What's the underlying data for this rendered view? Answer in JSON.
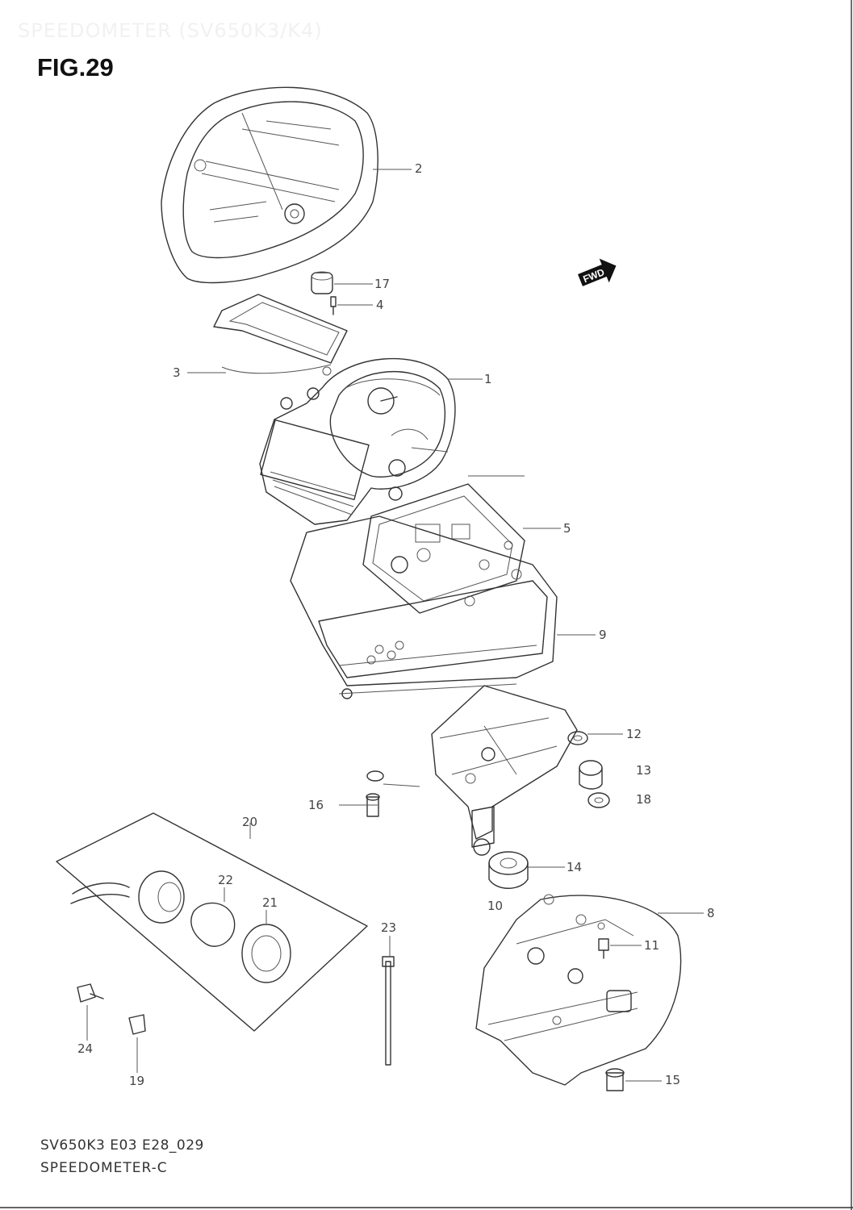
{
  "header": {
    "ghost_title": "SPEEDOMETER (SV650K3/K4)",
    "figure_label": "FIG.29"
  },
  "direction_marker": {
    "text": "FWD",
    "icon": "forward-arrow-icon"
  },
  "callouts": [
    {
      "key": "c2",
      "text": "2"
    },
    {
      "key": "c17",
      "text": "17"
    },
    {
      "key": "c4",
      "text": "4"
    },
    {
      "key": "c3",
      "text": "3"
    },
    {
      "key": "c1",
      "text": "1"
    },
    {
      "key": "c5",
      "text": "5"
    },
    {
      "key": "c9",
      "text": "9"
    },
    {
      "key": "c12",
      "text": "12"
    },
    {
      "key": "c13",
      "text": "13"
    },
    {
      "key": "c18",
      "text": "18"
    },
    {
      "key": "c16",
      "text": "16"
    },
    {
      "key": "c20",
      "text": "20"
    },
    {
      "key": "c22",
      "text": "22"
    },
    {
      "key": "c21",
      "text": "21"
    },
    {
      "key": "c14",
      "text": "14"
    },
    {
      "key": "c10",
      "text": "10"
    },
    {
      "key": "c8",
      "text": "8"
    },
    {
      "key": "c11",
      "text": "11"
    },
    {
      "key": "c23",
      "text": "23"
    },
    {
      "key": "c24",
      "text": "24"
    },
    {
      "key": "c19",
      "text": "19"
    },
    {
      "key": "c15",
      "text": "15"
    }
  ],
  "footer": {
    "code": "SV650K3 E03 E28_029",
    "name": "SPEEDOMETER-C"
  }
}
